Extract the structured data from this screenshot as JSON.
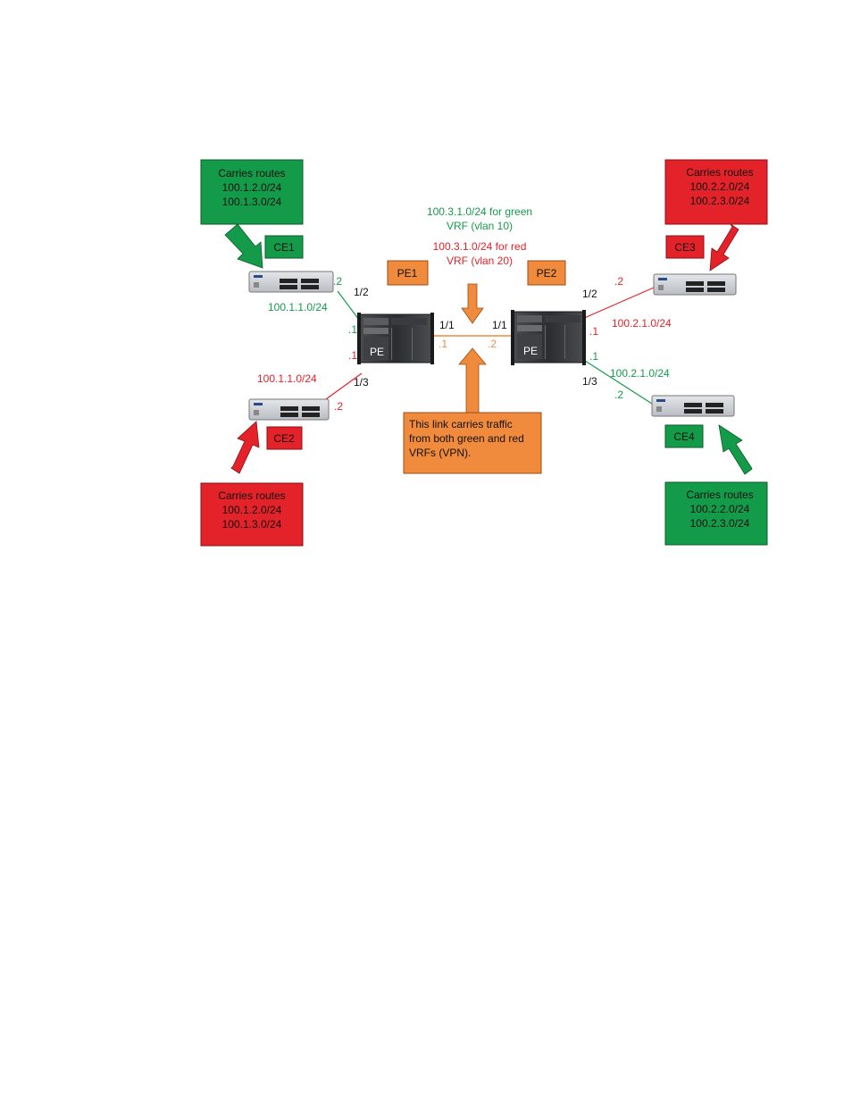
{
  "colors": {
    "green": "#149b4a",
    "red": "#e32229",
    "orange": "#f08a3c",
    "black": "#111111"
  },
  "route_boxes": {
    "top_left": {
      "title": "Carries routes",
      "line1": "100.1.2.0/24",
      "line2": "100.1.3.0/24",
      "color": "green"
    },
    "bottom_left": {
      "title": "Carries routes",
      "line1": "100.1.2.0/24",
      "line2": "100.1.3.0/24",
      "color": "red"
    },
    "top_right": {
      "title": "Carries routes",
      "line1": "100.2.2.0/24",
      "line2": "100.2.3.0/24",
      "color": "red"
    },
    "bottom_right": {
      "title": "Carries routes",
      "line1": "100.2.2.0/24",
      "line2": "100.2.3.0/24",
      "color": "green"
    }
  },
  "ce_labels": {
    "ce1": "CE1",
    "ce2": "CE2",
    "ce3": "CE3",
    "ce4": "CE4"
  },
  "pe_labels": {
    "pe1": "PE1",
    "pe2": "PE2",
    "pe_device": "PE"
  },
  "vrf_notes": {
    "green_line1": "100.3.1.0/24 for green",
    "green_line2": "VRF (vlan 10)",
    "red_line1": "100.3.1.0/24 for red",
    "red_line2": "VRF (vlan 20)"
  },
  "link_note": {
    "line1": "This link carries traffic",
    "line2": "from both green and red",
    "line3": "VRFs (VPN)."
  },
  "ports": {
    "p12": "1/2",
    "p13": "1/3",
    "p11": "1/1"
  },
  "addresses": {
    "dot1": ".1",
    "dot2": ".2",
    "net_left": "100.1.1.0/24",
    "net_right": "100.2.1.0/24"
  }
}
